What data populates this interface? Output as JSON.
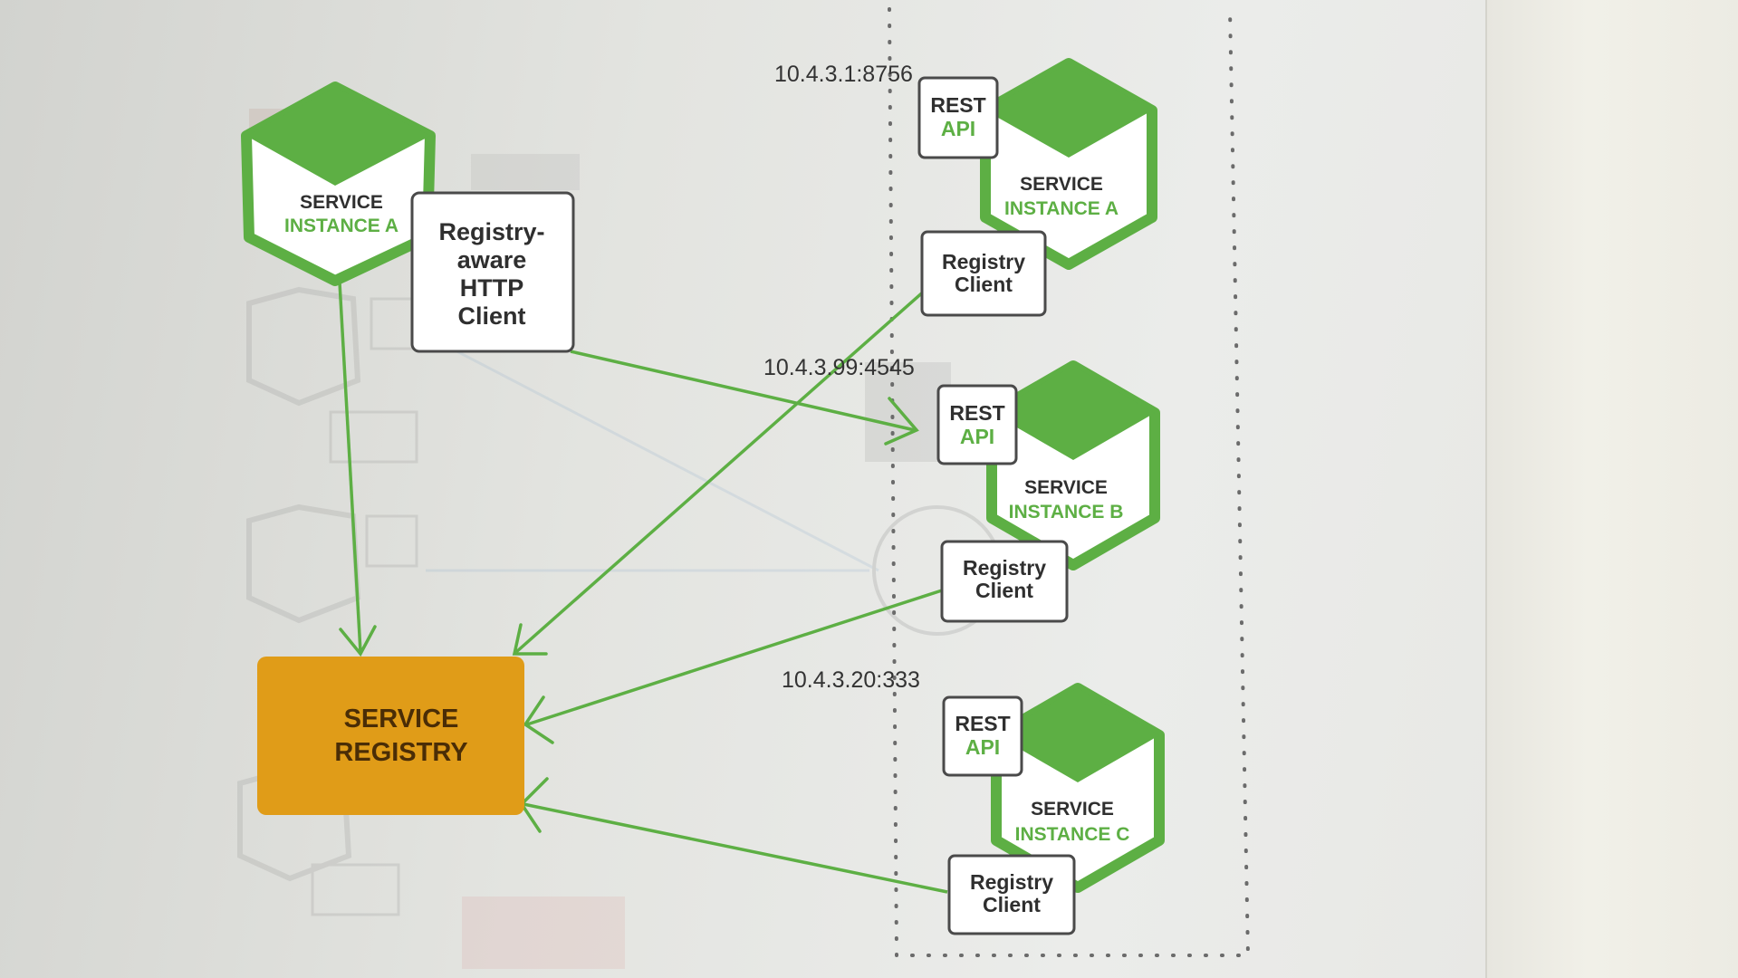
{
  "left_instance": {
    "title": "SERVICE",
    "subtitle": "INSTANCE A"
  },
  "http_client": {
    "lines": [
      "Registry-",
      "aware",
      "HTTP",
      "Client"
    ]
  },
  "registry": {
    "lines": [
      "SERVICE",
      "REGISTRY"
    ],
    "color": "#e09c18"
  },
  "instances": [
    {
      "address": "10.4.3.1:8756",
      "rest": [
        "REST",
        "API"
      ],
      "title": "SERVICE",
      "subtitle": "INSTANCE A",
      "client": [
        "Registry",
        "Client"
      ]
    },
    {
      "address": "10.4.3.99:4545",
      "rest": [
        "REST",
        "API"
      ],
      "title": "SERVICE",
      "subtitle": "INSTANCE B",
      "client": [
        "Registry",
        "Client"
      ]
    },
    {
      "address": "10.4.3.20:333",
      "rest": [
        "REST",
        "API"
      ],
      "title": "SERVICE",
      "subtitle": "INSTANCE C",
      "client": [
        "Registry",
        "Client"
      ]
    }
  ],
  "colors": {
    "green": "#5daf44",
    "registry": "#e09c18",
    "border": "#4a4a4a"
  }
}
